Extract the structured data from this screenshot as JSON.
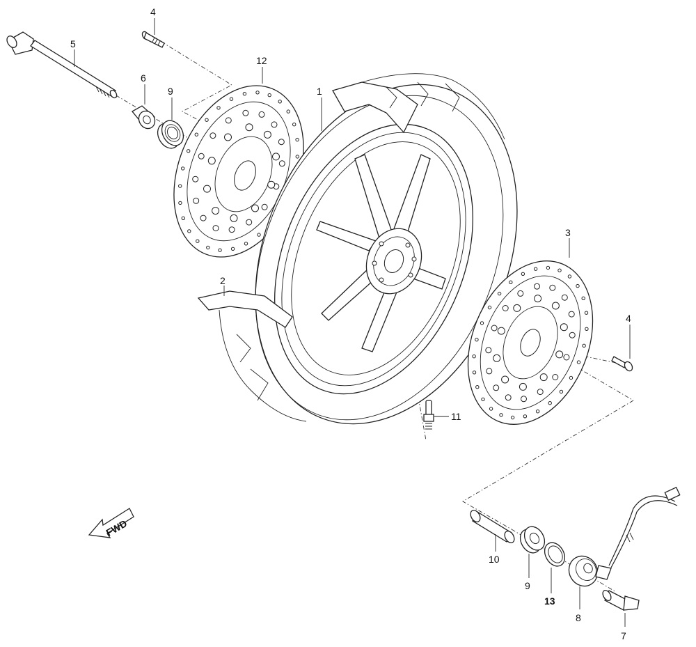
{
  "diagram": {
    "callouts": [
      {
        "id": "c1",
        "text": "1"
      },
      {
        "id": "c2",
        "text": "2"
      },
      {
        "id": "c3",
        "text": "3"
      },
      {
        "id": "c4a",
        "text": "4"
      },
      {
        "id": "c4b",
        "text": "4"
      },
      {
        "id": "c5",
        "text": "5"
      },
      {
        "id": "c6",
        "text": "6"
      },
      {
        "id": "c7",
        "text": "7"
      },
      {
        "id": "c8",
        "text": "8"
      },
      {
        "id": "c9a",
        "text": "9"
      },
      {
        "id": "c9b",
        "text": "9"
      },
      {
        "id": "c10",
        "text": "10"
      },
      {
        "id": "c11",
        "text": "11"
      },
      {
        "id": "c12",
        "text": "12"
      },
      {
        "id": "c13",
        "text": "13"
      }
    ],
    "fwd_arrow_label": "FWD"
  }
}
